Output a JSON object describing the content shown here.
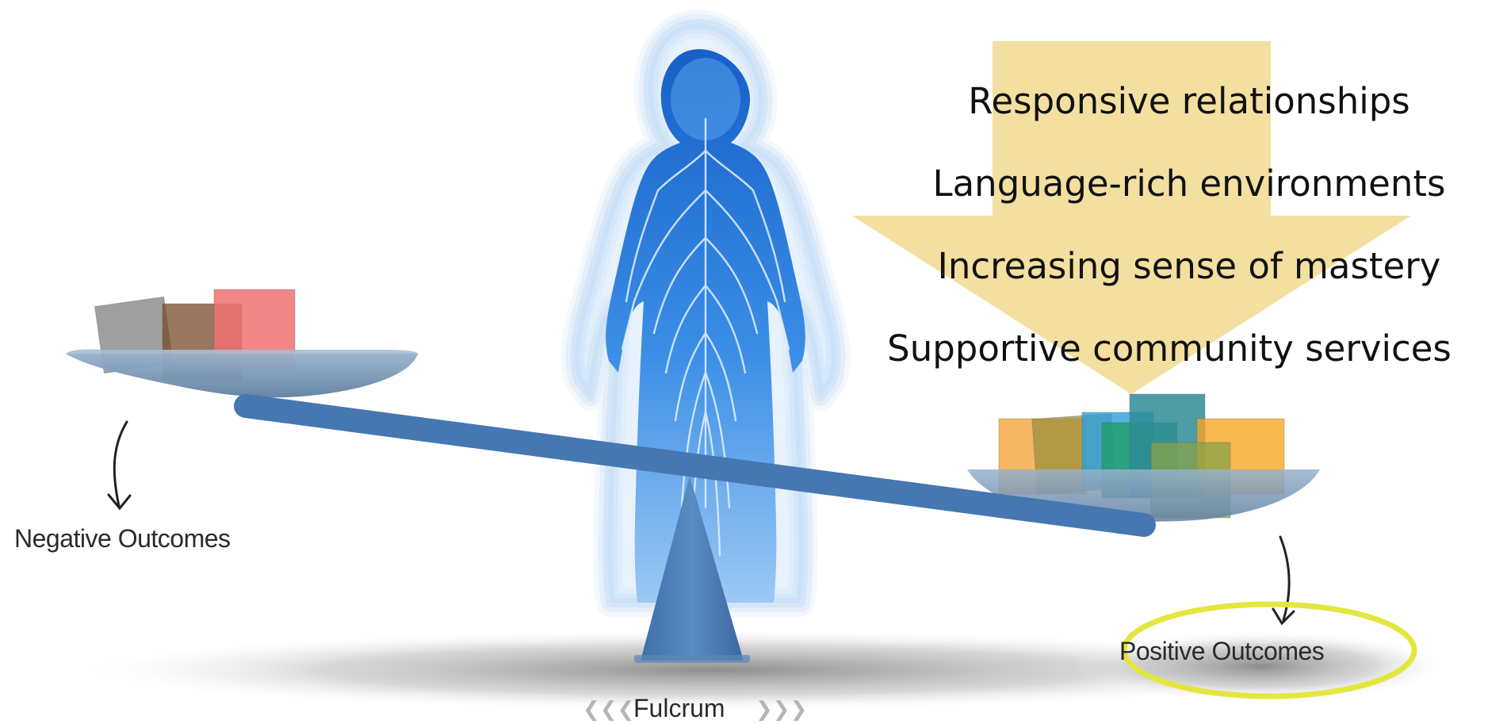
{
  "diagram": {
    "labels": {
      "negative": "Negative Outcomes",
      "positive": "Positive Outcomes",
      "fulcrum": "Fulcrum",
      "fulcrum_left_chevrons": "❮❮❮",
      "fulcrum_right_chevrons": "❯❯❯"
    },
    "factors": [
      "Responsive relationships",
      "Language-rich environments",
      "Increasing sense of mastery",
      "Supportive community services"
    ],
    "colors": {
      "arrow": "#f3dfa0",
      "beam": "#4677b0",
      "tray": "#8aa6c4",
      "child": "#1e74d8",
      "child_glow": "#bfd9f5",
      "highlight": "#e4e640",
      "shadow": "#9c9c9c"
    },
    "left_blocks": [
      {
        "color": "#7f7f7f",
        "opacity": 0.75
      },
      {
        "color": "#7a4a2a",
        "opacity": 0.75
      },
      {
        "color": "#f07070",
        "opacity": 0.85
      }
    ],
    "right_blocks": [
      {
        "color": "#f2a53a",
        "opacity": 0.8
      },
      {
        "color": "#9c8f3f",
        "opacity": 0.75
      },
      {
        "color": "#2aa0dc",
        "opacity": 0.8
      },
      {
        "color": "#1f9e6a",
        "opacity": 0.8
      },
      {
        "color": "#2f8c96",
        "opacity": 0.85
      },
      {
        "color": "#f5a623",
        "opacity": 0.8
      },
      {
        "color": "#8aa14a",
        "opacity": 0.75
      }
    ]
  }
}
